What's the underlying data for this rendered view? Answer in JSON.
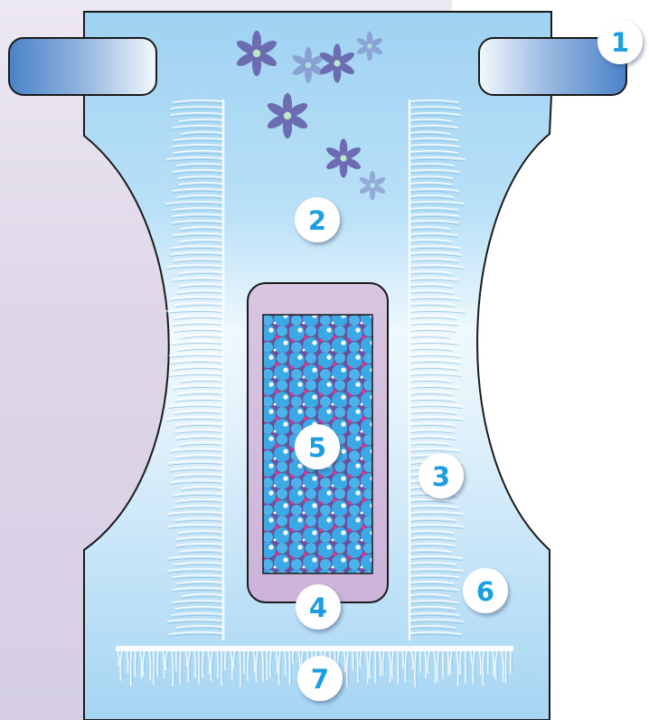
{
  "colors": {
    "diaper_fill": "#a3d4f2",
    "outline": "#1a1a1a",
    "tab": "#4f89cc",
    "pad_frame": "#d7c0e0",
    "absorbent_core": "#38a9e6",
    "badge_text": "#1a9ee0",
    "badge_fill": "#ffffff",
    "flower": "#6c6cb3"
  },
  "labels": [
    {
      "id": "1",
      "text": "1",
      "part": "fastening-tab"
    },
    {
      "id": "2",
      "text": "2",
      "part": "top-layer"
    },
    {
      "id": "3",
      "text": "3",
      "part": "leg-cuff"
    },
    {
      "id": "4",
      "text": "4",
      "part": "pad-frame"
    },
    {
      "id": "5",
      "text": "5",
      "part": "absorbent-core"
    },
    {
      "id": "6",
      "text": "6",
      "part": "outer-layer"
    },
    {
      "id": "7",
      "text": "7",
      "part": "waistband"
    }
  ]
}
